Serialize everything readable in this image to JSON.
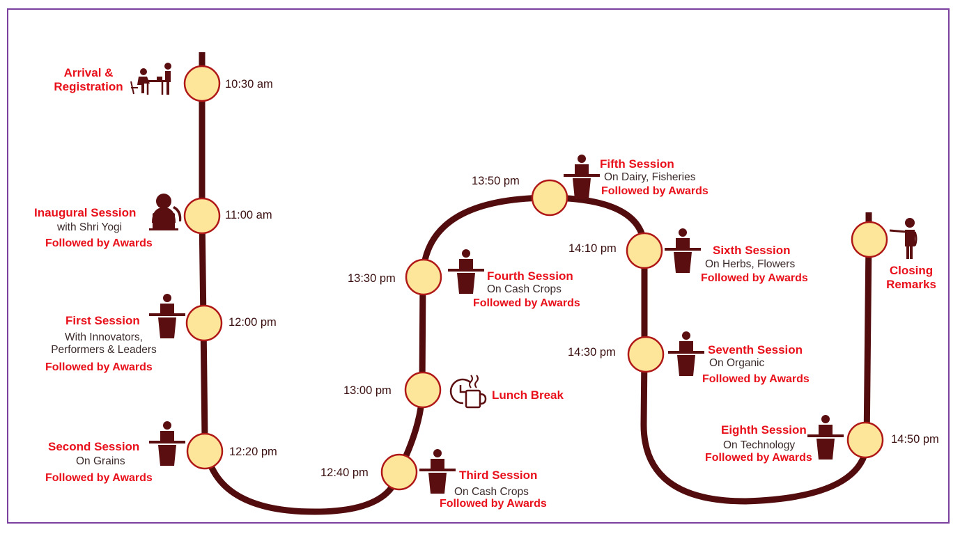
{
  "colors": {
    "track": "#520c0d",
    "node_fill": "#fde59a",
    "node_stroke": "#b01818",
    "accent_red": "#e8101a",
    "icon": "#5a0e10",
    "frame": "#7b3fa0"
  },
  "events": [
    {
      "time": "10:30 am",
      "title": "Arrival &\nRegistration",
      "icon": "registration-desk-icon"
    },
    {
      "time": "11:00 am",
      "title": "Inaugural Session",
      "subtitle": "with Shri Yogi",
      "awards": "Followed by Awards",
      "icon": "speaker-laptop-icon"
    },
    {
      "time": "12:00 pm",
      "title": "First Session",
      "subtitle": "With Innovators,\nPerformers & Leaders",
      "awards": "Followed by Awards",
      "icon": "podium-speaker-icon"
    },
    {
      "time": "12:20 pm",
      "title": "Second Session",
      "subtitle": "On Grains",
      "awards": "Followed by Awards",
      "icon": "podium-speaker-icon"
    },
    {
      "time": "12:40 pm",
      "title": "Third Session",
      "subtitle": "On Cash Crops",
      "awards": "Followed by Awards",
      "icon": "podium-speaker-icon"
    },
    {
      "time": "13:00 pm",
      "title": "Lunch Break",
      "icon": "clock-coffee-icon"
    },
    {
      "time": "13:30 pm",
      "title": "Fourth Session",
      "subtitle": "On Cash Crops",
      "awards": "Followed by Awards",
      "icon": "podium-speaker-icon"
    },
    {
      "time": "13:50 pm",
      "title": "Fifth Session",
      "subtitle": "On Dairy, Fisheries",
      "awards": "Followed by Awards",
      "icon": "podium-speaker-icon"
    },
    {
      "time": "14:10 pm",
      "title": "Sixth Session",
      "subtitle": "On Herbs, Flowers",
      "awards": "Followed by Awards",
      "icon": "podium-speaker-icon"
    },
    {
      "time": "14:30 pm",
      "title": "Seventh Session",
      "subtitle": "On Organic",
      "awards": "Followed by Awards",
      "icon": "podium-speaker-icon"
    },
    {
      "time": "14:50 pm",
      "title": "Eighth Session",
      "subtitle": "On Technology",
      "awards": "Followed by Awards",
      "icon": "podium-speaker-icon"
    },
    {
      "title": "Closing\nRemarks",
      "icon": "presenter-pointing-icon"
    }
  ]
}
